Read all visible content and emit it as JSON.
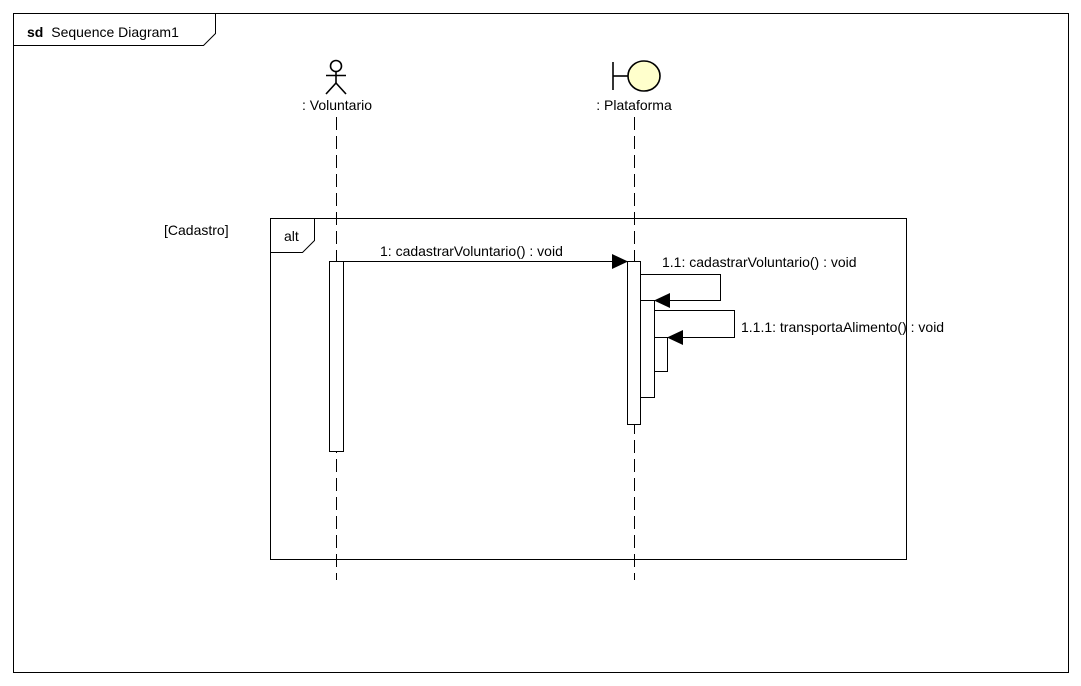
{
  "diagram": {
    "frame_keyword": "sd",
    "frame_title": "Sequence Diagram1",
    "colors": {
      "line": "#000000",
      "background": "#ffffff",
      "boundary_fill": "#ffffcc"
    }
  },
  "lifelines": [
    {
      "id": "voluntario",
      "kind": "actor",
      "icon": "actor-icon",
      "label": ": Voluntario"
    },
    {
      "id": "plataforma",
      "kind": "boundary",
      "icon": "boundary-icon",
      "label": ": Plataforma"
    }
  ],
  "fragment": {
    "operator": "alt",
    "guard": "[Cadastro]"
  },
  "messages": [
    {
      "id": "m1",
      "label": "1: cadastrarVoluntario() : void",
      "from": "voluntario",
      "to": "plataforma"
    },
    {
      "id": "m1_1",
      "label": "1.1: cadastrarVoluntario() : void",
      "from": "plataforma",
      "to": "plataforma"
    },
    {
      "id": "m1_1_1",
      "label": "1.1.1: transportaAlimento() : void",
      "from": "plataforma",
      "to": "plataforma"
    }
  ]
}
